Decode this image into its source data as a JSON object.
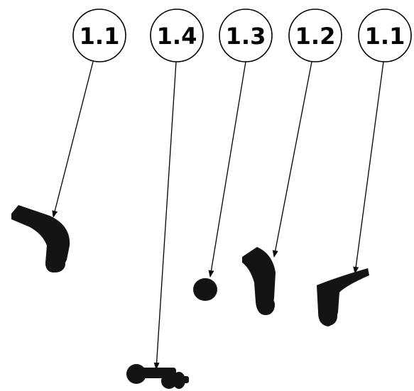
{
  "diagram": {
    "callouts": [
      {
        "id": "c1",
        "label": "1.1"
      },
      {
        "id": "c2",
        "label": "1.4"
      },
      {
        "id": "c3",
        "label": "1.3"
      },
      {
        "id": "c4",
        "label": "1.2"
      },
      {
        "id": "c5",
        "label": "1.1"
      }
    ],
    "colors": {
      "ink": "#000000",
      "part": "#141414",
      "background": "#ffffff"
    }
  }
}
